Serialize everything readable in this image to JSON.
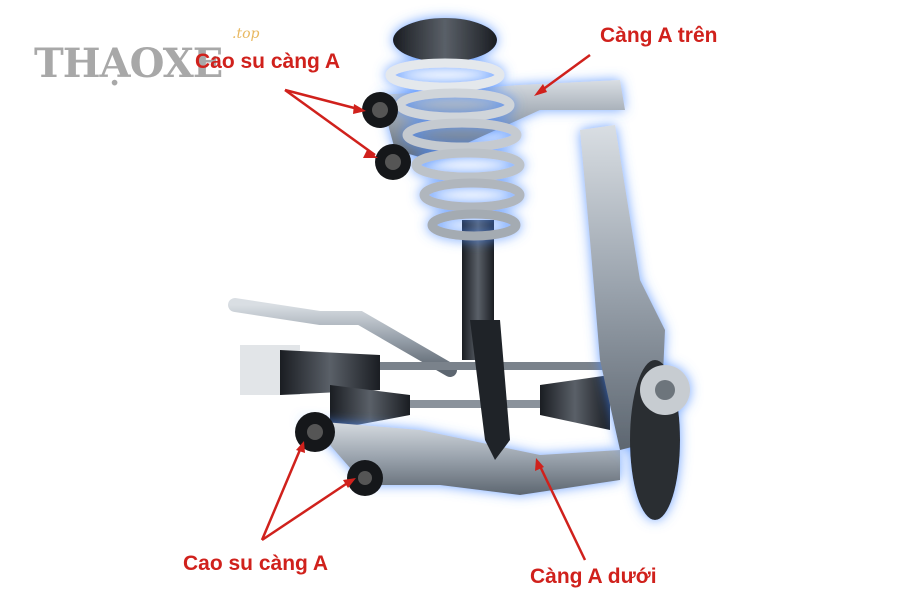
{
  "watermark": {
    "brand": "THẠOXE",
    "suffix": ".top"
  },
  "labels": {
    "upper_arm": "Càng A trên",
    "upper_bushing": "Cao su càng A",
    "lower_bushing": "Cao su càng A",
    "lower_arm": "Càng A dưới"
  },
  "colors": {
    "label": "#d0211c",
    "glow": "#4a8cff",
    "metal": "#9aa3ad",
    "rubber": "#222222"
  }
}
